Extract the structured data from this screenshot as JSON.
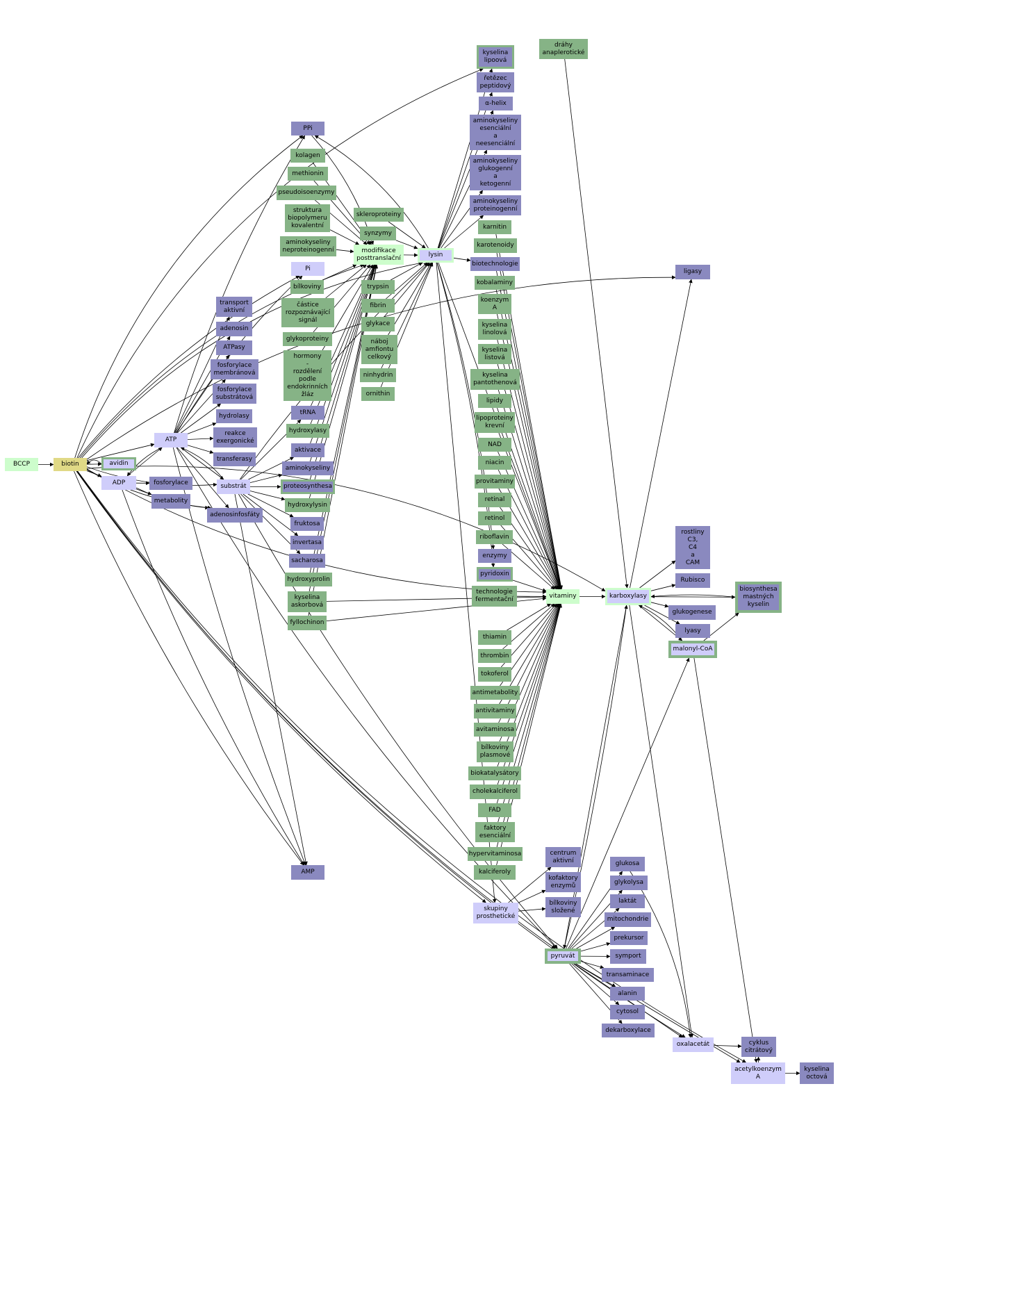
{
  "nodes": {
    "bccp": "BCCP",
    "biotin": "biotin",
    "avidin": "avidin",
    "adp": "ADP",
    "atp": "ATP",
    "fosforylace": "fosforylace",
    "metabolity": "metabolity",
    "adenosinfosfaty": "adenosinfosfáty",
    "transport_aktivni": "transport\naktivní",
    "adenosin": "adenosin",
    "atpasy": "ATPasy",
    "fosforylace_membranova": "fosforylace\nmembránová",
    "fosforylace_substratova": "fosforylace\nsubstrátová",
    "hydrolasy": "hydrolasy",
    "reakce_exergonicke": "reakce\nexergonické",
    "transferasy": "transferasy",
    "substrat": "substrát",
    "ppi": "PPi",
    "pi": "Pi",
    "trna": "tRNA",
    "aktivace": "aktivace",
    "aminokyseliny": "aminokyseliny",
    "proteosynthesa": "proteosynthesa",
    "fruktosa": "fruktosa",
    "invertasa": "invertasa",
    "sacharosa": "sacharosa",
    "amp": "AMP",
    "kolagen": "kolagen",
    "methionin": "methionin",
    "pseudoisoenzymy": "pseudoisoenzymy",
    "struktura_biopolymeru": "struktura\nbiopolymeru\nkovalentní",
    "aminokyseliny_neproteinogenni": "aminokyseliny\nneproteinogenní",
    "bilkoviny": "bílkoviny",
    "castice": "částice\nrozpoznávající\nsignál",
    "glykoproteiny": "glykoproteiny",
    "hormony": "hormony\n-\nrozdělení\npodle\nendokrinních\nžláz",
    "hydroxylasy": "hydroxylasy",
    "hydroxylysin": "hydroxylysin",
    "hydroxyprolin": "hydroxyprolin",
    "kyselina_askorbova": "kyselina\naskorbová",
    "fyllochinon": "fyllochinon",
    "skleroproteiny": "skleroproteiny",
    "synzymy": "synzymy",
    "modifikace": "modifikace\nposttranslační",
    "trypsin": "trypsin",
    "fibrin": "fibrin",
    "glykace": "glykace",
    "naboj": "náboj\namfiontu\ncelkový",
    "ninhydrin": "ninhydrin",
    "ornithin": "ornithin",
    "lysin": "lysin",
    "kyselina_lipoova": "kyselina\nlipoová",
    "retezec_peptidovy": "řetězec\npeptidový",
    "alfa_helix": "α-helix",
    "ak_esencialni": "aminokyseliny\nesenciální\na\nneesenciální",
    "ak_glukogenni": "aminokyseliny\nglukogenní\na\nketogenní",
    "ak_proteinogenni": "aminokyseliny\nproteinogenní",
    "karnitin": "karnitin",
    "karotenoidy": "karotenoidy",
    "biotechnologie": "biotechnologie",
    "kobalaminy": "kobalaminy",
    "koenzym_a": "koenzym\nA",
    "kyselina_linolova": "kyselina\nlinolová",
    "kyselina_listova": "kyselina\nlistová",
    "kyselina_pantothenova": "kyselina\npantothenová",
    "lipidy": "lipidy",
    "lipoproteiny_krevni": "lipoproteiny\nkrevní",
    "nad": "NAD",
    "niacin": "niacin",
    "provitaminy": "provitaminy",
    "retinal": "retinal",
    "retinol": "retinol",
    "riboflavin": "riboflavin",
    "enzymy": "enzymy",
    "pyridoxin": "pyridoxin",
    "technologie_fermentacni": "technologie\nfermentační",
    "thiamin": "thiamin",
    "thrombin": "thrombin",
    "tokoferol": "tokoferol",
    "antimetabolity": "antimetabolity",
    "antivitaminy": "antivitaminy",
    "avitaminosa": "avitaminosa",
    "bilkoviny_plasmove": "bílkoviny\nplasmové",
    "biokatalysatory": "biokatalysátory",
    "cholekalciferol": "cholekalciferol",
    "fad": "FAD",
    "faktory_esencialni": "faktory\nesenciální",
    "hypervitaminosa": "hypervitaminosa",
    "kalciferoly": "kalciferoly",
    "vitaminy": "vitaminy",
    "drahy_anapleroticke": "dráhy\nanaplerotické",
    "ligasy": "ligasy",
    "karboxylasy": "karboxylasy",
    "rostliny": "rostliny\nC3,\nC4\na\nCAM",
    "rubisco": "Rubisco",
    "biosynthesa": "biosynthesa\nmastných\nkyselin",
    "glukogenese": "glukogenese",
    "lyasy": "lyasy",
    "malonyl_coa": "malonyl-CoA",
    "centrum_aktivni": "centrum\naktivní",
    "kofaktory": "kofaktory\nenzymů",
    "bilkoviny_slozene": "bílkoviny\nsložené",
    "skupiny_prostheticke": "skupiny\nprosthetické",
    "glukosa": "glukosa",
    "glykolysa": "glykolysa",
    "laktat": "laktát",
    "mitochondrie": "mitochondrie",
    "prekursor": "prekursor",
    "symport": "symport",
    "transaminace": "transaminace",
    "alanin": "alanin",
    "cytosol": "cytosol",
    "dekarboxylace": "dekarboxylace",
    "pyruvat": "pyruvát",
    "oxalacetat": "oxalacetát",
    "cyklus_citratovy": "cyklus\ncitrátový",
    "acetylkoenzym": "acetylkoenzym\nA",
    "kyselina_octova": "kyselina\noctová"
  },
  "colors": {
    "green": "#86b386",
    "purple": "#8a89bf",
    "lavender": "#cfcdfa",
    "mint": "#cdfdcc",
    "yellow": "#e0d986",
    "edge": "#000000"
  }
}
